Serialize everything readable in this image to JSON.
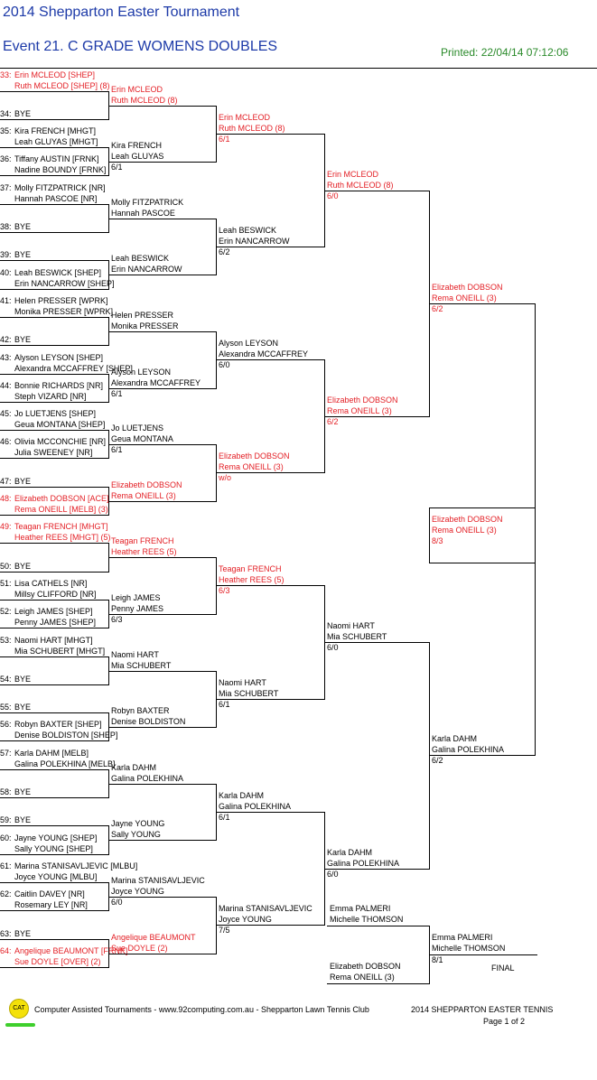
{
  "header": {
    "tournament": "2014 Shepparton Easter Tournament",
    "event": "Event 21. C GRADE WOMENS DOUBLES",
    "printed": "Printed: 22/04/14 07:12:06"
  },
  "draw": [
    {
      "pos": "33:",
      "p1": "Erin MCLEOD [SHEP]",
      "p2": "Ruth MCLEOD [SHEP] (8)",
      "red": true
    },
    {
      "pos": "34:",
      "p1": "BYE",
      "p2": ""
    },
    {
      "pos": "35:",
      "p1": "Kira FRENCH [MHGT]",
      "p2": "Leah GLUYAS [MHGT]"
    },
    {
      "pos": "36:",
      "p1": "Tiffany AUSTIN [FRNK]",
      "p2": "Nadine BOUNDY [FRNK]"
    },
    {
      "pos": "37:",
      "p1": "Molly FITZPATRICK [NR]",
      "p2": "Hannah PASCOE [NR]"
    },
    {
      "pos": "38:",
      "p1": "BYE",
      "p2": ""
    },
    {
      "pos": "39:",
      "p1": "BYE",
      "p2": ""
    },
    {
      "pos": "40:",
      "p1": "Leah BESWICK [SHEP]",
      "p2": "Erin NANCARROW [SHEP]"
    },
    {
      "pos": "41:",
      "p1": "Helen PRESSER [WPRK]",
      "p2": "Monika PRESSER [WPRK]"
    },
    {
      "pos": "42:",
      "p1": "BYE",
      "p2": ""
    },
    {
      "pos": "43:",
      "p1": "Alyson LEYSON [SHEP]",
      "p2": "Alexandra MCCAFFREY [SHEP]"
    },
    {
      "pos": "44:",
      "p1": "Bonnie RICHARDS [NR]",
      "p2": "Steph VIZARD [NR]"
    },
    {
      "pos": "45:",
      "p1": "Jo LUETJENS [SHEP]",
      "p2": "Geua MONTANA [SHEP]"
    },
    {
      "pos": "46:",
      "p1": "Olivia MCCONCHIE [NR]",
      "p2": "Julia SWEENEY [NR]"
    },
    {
      "pos": "47:",
      "p1": "BYE",
      "p2": ""
    },
    {
      "pos": "48:",
      "p1": "Elizabeth DOBSON [ACE]",
      "p2": "Rema ONEILL [MELB] (3)",
      "red": true
    },
    {
      "pos": "49:",
      "p1": "Teagan FRENCH [MHGT]",
      "p2": "Heather REES [MHGT] (5)",
      "red": true
    },
    {
      "pos": "50:",
      "p1": "BYE",
      "p2": ""
    },
    {
      "pos": "51:",
      "p1": "Lisa CATHELS [NR]",
      "p2": "Millsy CLIFFORD [NR]"
    },
    {
      "pos": "52:",
      "p1": "Leigh JAMES [SHEP]",
      "p2": "Penny JAMES [SHEP]"
    },
    {
      "pos": "53:",
      "p1": "Naomi HART [MHGT]",
      "p2": "Mia SCHUBERT [MHGT]"
    },
    {
      "pos": "54:",
      "p1": "BYE",
      "p2": ""
    },
    {
      "pos": "55:",
      "p1": "BYE",
      "p2": ""
    },
    {
      "pos": "56:",
      "p1": "Robyn BAXTER [SHEP]",
      "p2": "Denise BOLDISTON [SHEP]"
    },
    {
      "pos": "57:",
      "p1": "Karla DAHM [MELB]",
      "p2": "Galina POLEKHINA [MELB]"
    },
    {
      "pos": "58:",
      "p1": "BYE",
      "p2": ""
    },
    {
      "pos": "59:",
      "p1": "BYE",
      "p2": ""
    },
    {
      "pos": "60:",
      "p1": "Jayne YOUNG [SHEP]",
      "p2": "Sally YOUNG [SHEP]"
    },
    {
      "pos": "61:",
      "p1": "Marina STANISAVLJEVIC [MLBU]",
      "p2": "Joyce YOUNG [MLBU]"
    },
    {
      "pos": "62:",
      "p1": "Caitlin DAVEY [NR]",
      "p2": "Rosemary LEY [NR]"
    },
    {
      "pos": "63:",
      "p1": "BYE",
      "p2": ""
    },
    {
      "pos": "64:",
      "p1": "Angelique BEAUMONT [FRNK]",
      "p2": "Sue DOYLE [OVER] (2)",
      "red": true
    }
  ],
  "round2": [
    {
      "p1": "Erin MCLEOD",
      "p2": "Ruth MCLEOD (8)",
      "score": "",
      "red": true
    },
    {
      "p1": "Kira FRENCH",
      "p2": "Leah GLUYAS",
      "score": "6/1"
    },
    {
      "p1": "Molly FITZPATRICK",
      "p2": "Hannah PASCOE",
      "score": ""
    },
    {
      "p1": "Leah BESWICK",
      "p2": "Erin NANCARROW",
      "score": ""
    },
    {
      "p1": "Helen PRESSER",
      "p2": "Monika PRESSER",
      "score": ""
    },
    {
      "p1": "Alyson LEYSON",
      "p2": "Alexandra MCCAFFREY",
      "score": "6/1"
    },
    {
      "p1": "Jo LUETJENS",
      "p2": "Geua MONTANA",
      "score": "6/1"
    },
    {
      "p1": "Elizabeth DOBSON",
      "p2": "Rema ONEILL (3)",
      "score": "",
      "red": true
    },
    {
      "p1": "Teagan FRENCH",
      "p2": "Heather REES (5)",
      "score": "",
      "red": true
    },
    {
      "p1": "Leigh JAMES",
      "p2": "Penny JAMES",
      "score": "6/3"
    },
    {
      "p1": "Naomi HART",
      "p2": "Mia SCHUBERT",
      "score": ""
    },
    {
      "p1": "Robyn BAXTER",
      "p2": "Denise BOLDISTON",
      "score": ""
    },
    {
      "p1": "Karla DAHM",
      "p2": "Galina POLEKHINA",
      "score": ""
    },
    {
      "p1": "Jayne YOUNG",
      "p2": "Sally YOUNG",
      "score": ""
    },
    {
      "p1": "Marina STANISAVLJEVIC",
      "p2": "Joyce YOUNG",
      "score": "6/0"
    },
    {
      "p1": "Angelique BEAUMONT",
      "p2": "Sue DOYLE (2)",
      "score": "",
      "red": true
    }
  ],
  "round3": [
    {
      "p1": "Erin MCLEOD",
      "p2": "Ruth MCLEOD (8)",
      "score": "6/1",
      "red": true
    },
    {
      "p1": "Leah BESWICK",
      "p2": "Erin NANCARROW",
      "score": "6/2"
    },
    {
      "p1": "Alyson LEYSON",
      "p2": "Alexandra MCCAFFREY",
      "score": "6/0"
    },
    {
      "p1": "Elizabeth DOBSON",
      "p2": "Rema ONEILL (3)",
      "score": "w/o",
      "red": true
    },
    {
      "p1": "Teagan FRENCH",
      "p2": "Heather REES (5)",
      "score": "6/3",
      "red": true
    },
    {
      "p1": "Naomi HART",
      "p2": "Mia SCHUBERT",
      "score": "6/1"
    },
    {
      "p1": "Karla DAHM",
      "p2": "Galina POLEKHINA",
      "score": "6/1"
    },
    {
      "p1": "Marina STANISAVLJEVIC",
      "p2": "Joyce YOUNG",
      "score": "7/5"
    }
  ],
  "round4": [
    {
      "p1": "Erin MCLEOD",
      "p2": "Ruth MCLEOD (8)",
      "score": "6/0",
      "red": true
    },
    {
      "p1": "Elizabeth DOBSON",
      "p2": "Rema ONEILL (3)",
      "score": "6/2",
      "red": true
    },
    {
      "p1": "Naomi HART",
      "p2": "Mia SCHUBERT",
      "score": "6/0"
    },
    {
      "p1": "Karla DAHM",
      "p2": "Galina POLEKHINA",
      "score": "6/0"
    }
  ],
  "semis": [
    {
      "p1": "Elizabeth DOBSON",
      "p2": "Rema ONEILL (3)",
      "score": "6/2",
      "red": true
    },
    {
      "p1": "Karla DAHM",
      "p2": "Galina POLEKHINA",
      "score": "6/2"
    }
  ],
  "semi_final_winner": {
    "p1": "Elizabeth DOBSON",
    "p2": "Rema ONEILL (3)",
    "score": "8/3",
    "red": true
  },
  "final": {
    "top": {
      "p1": "Emma PALMERI",
      "p2": "Michelle THOMSON"
    },
    "bottom": {
      "p1": "Elizabeth DOBSON",
      "p2": "Rema ONEILL (3)"
    },
    "winner": {
      "p1": "Emma PALMERI",
      "p2": "Michelle THOMSON",
      "score": "8/1"
    },
    "label": "FINAL"
  },
  "footer": {
    "logo": "CAT",
    "credit": "Computer Assisted Tournaments - www.92computing.com.au -  Shepparton Lawn Tennis Club",
    "event": "2014 SHEPPARTON EASTER TENNIS",
    "page": "Page 1 of 2"
  }
}
